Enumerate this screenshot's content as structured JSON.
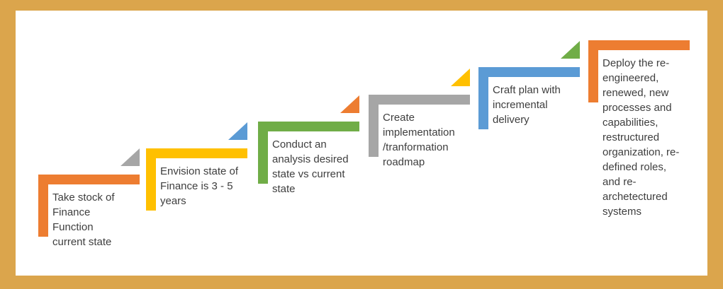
{
  "frame": {
    "border_color": "#DBA54C",
    "canvas_background": "#FFFFFF"
  },
  "diagram": {
    "type": "stair-step-process",
    "text_color": "#3E3E3E",
    "steps": [
      {
        "label": "Take stock of\nFinance\nFunction\ncurrent state",
        "color": "#ED7D31",
        "arrow_color": "#A6A6A6"
      },
      {
        "label": "Envision state of\nFinance is 3 - 5\nyears",
        "color": "#FFC000",
        "arrow_color": "#5B9BD5"
      },
      {
        "label": "Conduct an\nanalysis desired\nstate vs current\nstate",
        "color": "#70AD47",
        "arrow_color": "#ED7D31"
      },
      {
        "label": "Create\nimplementation\n/tranformation\nroadmap",
        "color": "#A6A6A6",
        "arrow_color": "#FFC000"
      },
      {
        "label": "Craft plan with\nincremental\ndelivery",
        "color": "#5B9BD5",
        "arrow_color": "#70AD47"
      },
      {
        "label": "Deploy the re-\nengineered,\nrenewed, new\nprocesses and\ncapabilities,\nrestructured\norganization, re-\ndefined roles,\nand re-\narchetectured\nsystems",
        "color": "#ED7D31",
        "arrow_color": null
      }
    ]
  }
}
